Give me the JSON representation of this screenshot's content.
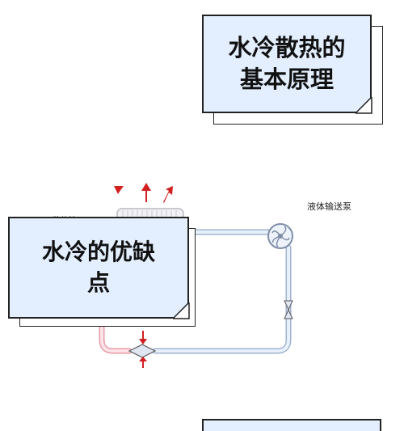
{
  "cards": {
    "card1": {
      "line1": "水冷散热的",
      "line2": "基本原理"
    },
    "card2": {
      "line1": "水冷的优缺",
      "line2": "点"
    }
  },
  "diagram": {
    "pump_label": "液体输送泵",
    "partial_label": "散热管"
  },
  "colors": {
    "card_fill": "#e3efff",
    "card_border": "#222222",
    "pipe_outline": "#9fb3d1",
    "pipe_fill": "#e8f0fb",
    "hot_pipe": "#e89aa6",
    "arrow_red": "#d21f1f"
  },
  "icons": [
    "heat-up-arrow-icon",
    "pump-fan-icon",
    "valve-icon",
    "down-arrow-icon",
    "up-arrow-icon"
  ]
}
